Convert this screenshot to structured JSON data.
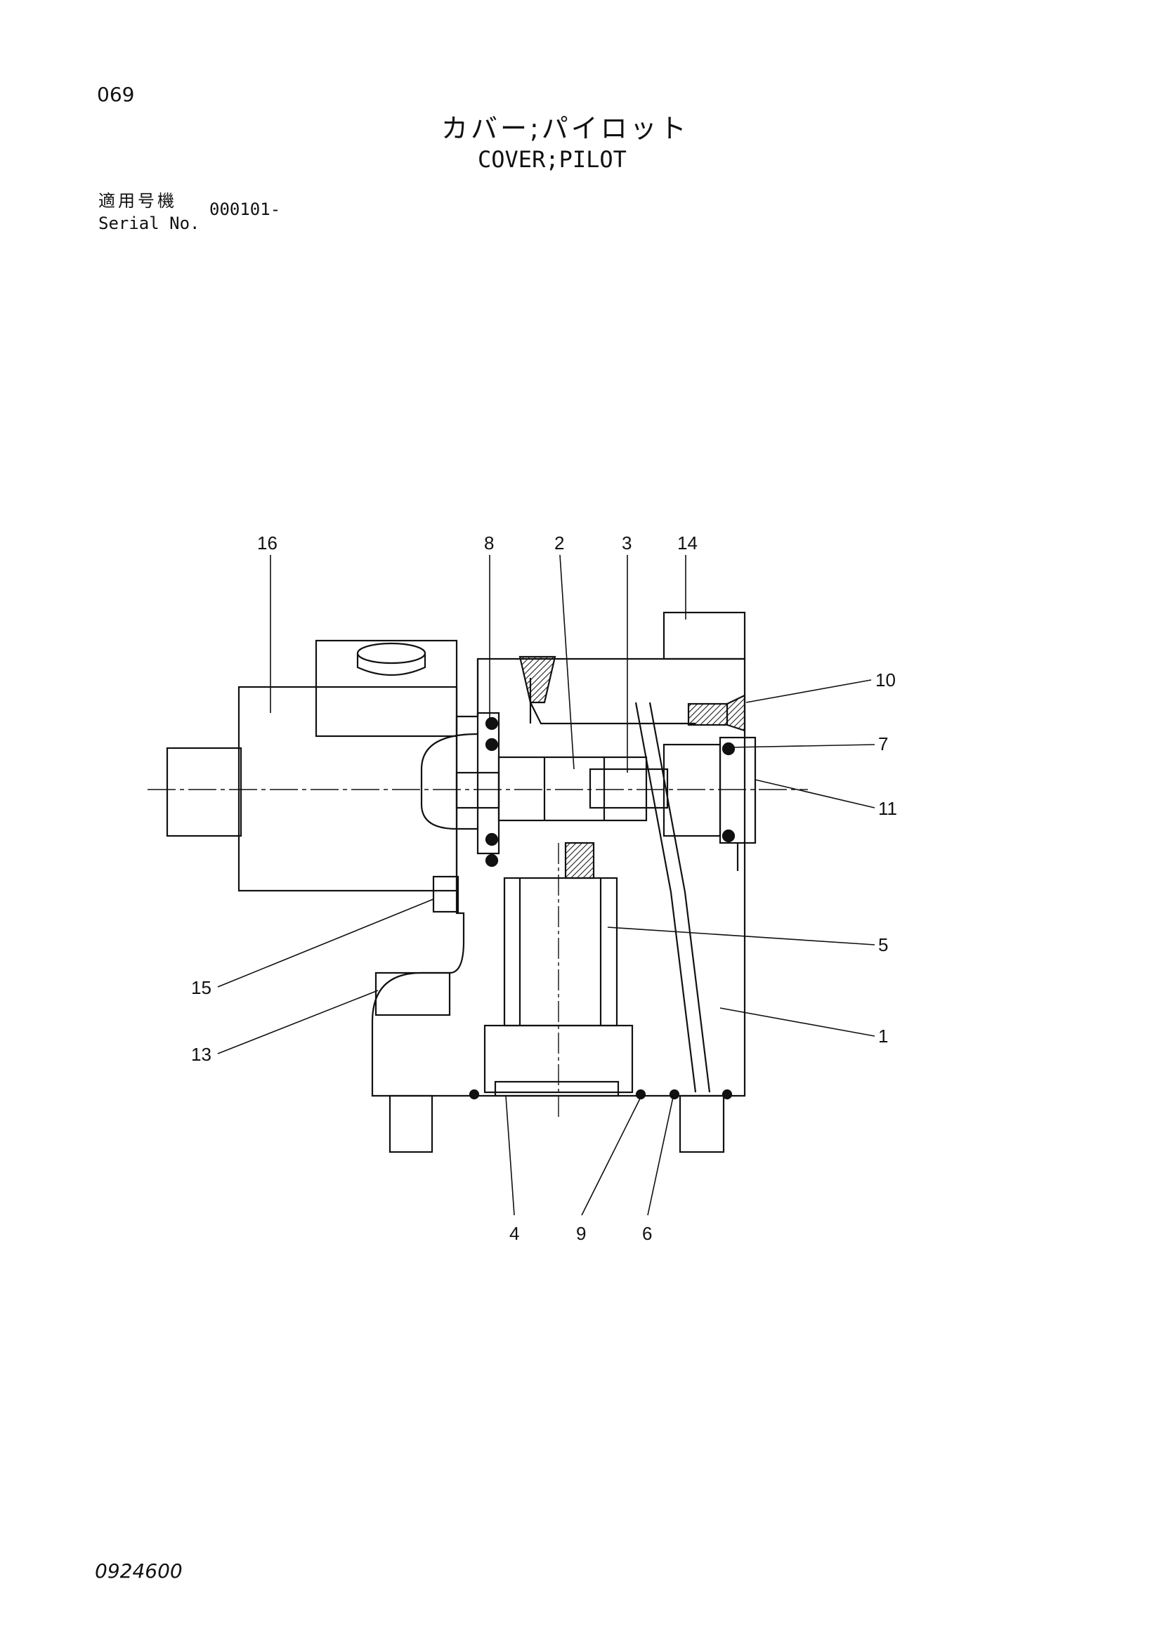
{
  "header": {
    "page_number": "069",
    "title_jp": "カバー;パイロット",
    "title_en": "COVER;PILOT",
    "serial_label_jp": "適用号機",
    "serial_label_en": "Serial No.",
    "serial_value": "000101-"
  },
  "diagram": {
    "callouts": {
      "c1": "1",
      "c2": "2",
      "c3": "3",
      "c4": "4",
      "c5": "5",
      "c6": "6",
      "c7": "7",
      "c8": "8",
      "c9": "9",
      "c10": "10",
      "c11": "11",
      "c13": "13",
      "c14": "14",
      "c15": "15",
      "c16": "16"
    }
  },
  "footer": {
    "drawing_number": "0924600"
  }
}
